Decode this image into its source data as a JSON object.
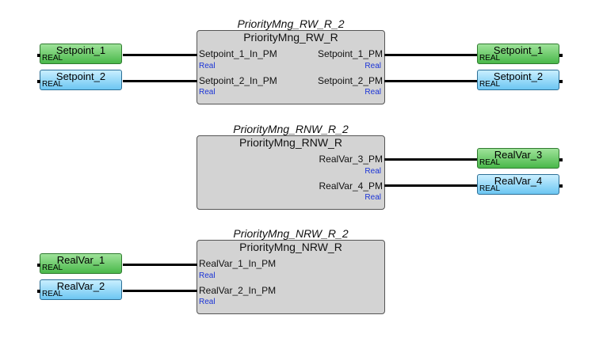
{
  "blocks": [
    {
      "instance": "PriorityMng_RW_R_2",
      "type": "PriorityMng_RW_R",
      "inputs": [
        {
          "name": "Setpoint_1_In_PM",
          "type": "Real"
        },
        {
          "name": "Setpoint_2_In_PM",
          "type": "Real"
        }
      ],
      "outputs": [
        {
          "name": "Setpoint_1_PM",
          "type": "Real"
        },
        {
          "name": "Setpoint_2_PM",
          "type": "Real"
        }
      ]
    },
    {
      "instance": "PriorityMng_RNW_R_2",
      "type": "PriorityMng_RNW_R",
      "outputs": [
        {
          "name": "RealVar_3_PM",
          "type": "Real"
        },
        {
          "name": "RealVar_4_PM",
          "type": "Real"
        }
      ]
    },
    {
      "instance": "PriorityMng_NRW_R_2",
      "type": "PriorityMng_NRW_R",
      "inputs": [
        {
          "name": "RealVar_1_In_PM",
          "type": "Real"
        },
        {
          "name": "RealVar_2_In_PM",
          "type": "Real"
        }
      ]
    }
  ],
  "variables": {
    "in_setpoint_1": {
      "name": "Setpoint_1",
      "type": "REAL",
      "color": "#49b84a"
    },
    "in_setpoint_2": {
      "name": "Setpoint_2",
      "type": "REAL",
      "color": "#6cc6f2"
    },
    "out_setpoint_1": {
      "name": "Setpoint_1",
      "type": "REAL",
      "color": "#49b84a"
    },
    "out_setpoint_2": {
      "name": "Setpoint_2",
      "type": "REAL",
      "color": "#6cc6f2"
    },
    "out_realvar_3": {
      "name": "RealVar_3",
      "type": "REAL",
      "color": "#49b84a"
    },
    "out_realvar_4": {
      "name": "RealVar_4",
      "type": "REAL",
      "color": "#6cc6f2"
    },
    "in_realvar_1": {
      "name": "RealVar_1",
      "type": "REAL",
      "color": "#49b84a"
    },
    "in_realvar_2": {
      "name": "RealVar_2",
      "type": "REAL",
      "color": "#6cc6f2"
    }
  }
}
